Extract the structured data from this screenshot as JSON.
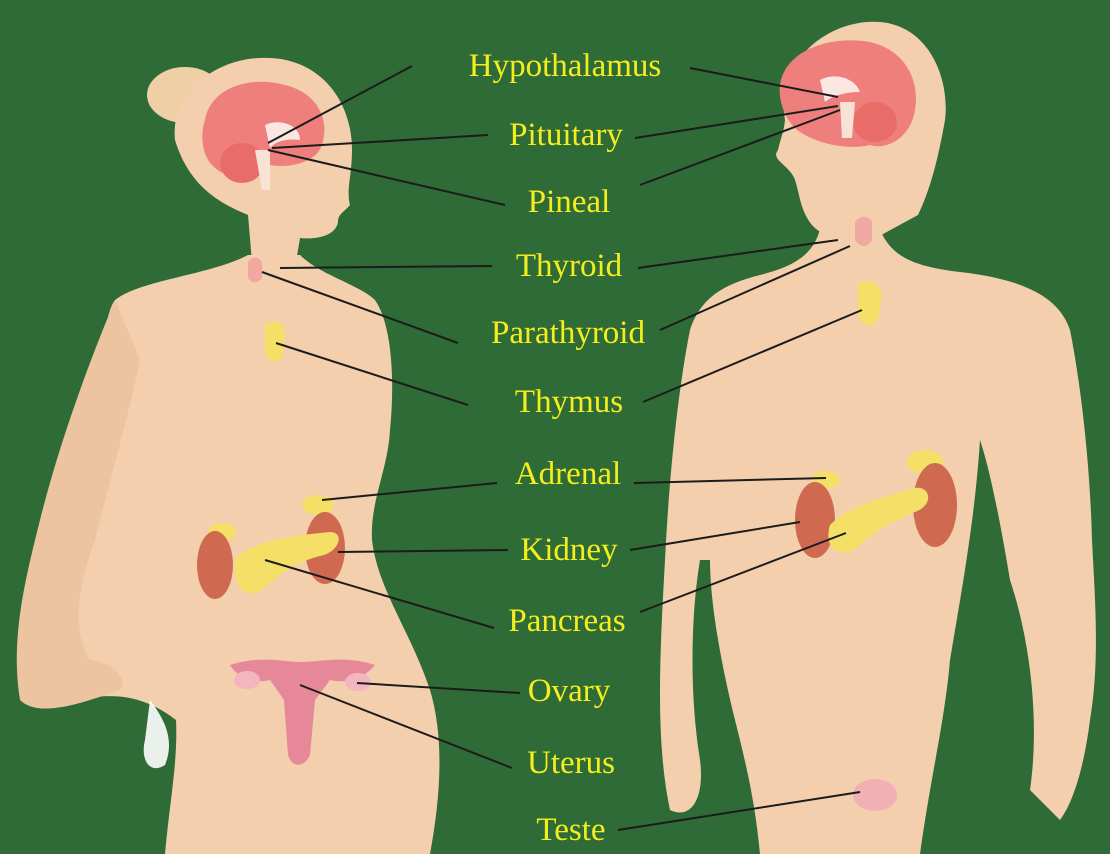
{
  "colors": {
    "background": "#2f6b36",
    "label_text": "#f5ee1f",
    "skin": "#f3cfae",
    "skin_shade": "#e6b995",
    "brain": "#ee7f7c",
    "gland_yellow": "#f4e067",
    "kidney": "#cf6a50",
    "uterus": "#e7889a",
    "leader_line": "#1c1c1c"
  },
  "labels": {
    "hypothalamus": "Hypothalamus",
    "pituitary": "Pituitary",
    "pineal": "Pineal",
    "thyroid": "Thyroid",
    "parathyroid": "Parathyroid",
    "thymus": "Thymus",
    "adrenal": "Adrenal",
    "kidney": "Kidney",
    "pancreas": "Pancreas",
    "ovary": "Ovary",
    "uterus": "Uterus",
    "teste": "Teste"
  },
  "figures": {
    "left": "female-body",
    "right": "male-body"
  }
}
